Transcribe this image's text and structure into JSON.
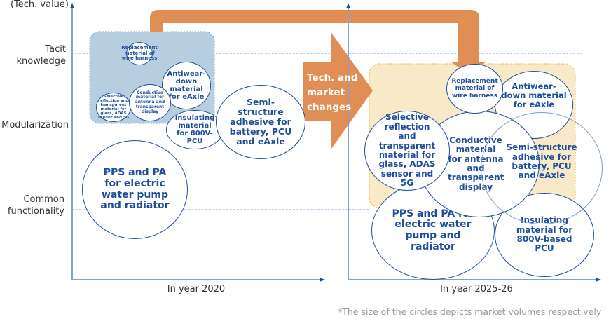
{
  "axis": {
    "y_title": "(Tech. value)",
    "y_levels": [
      "Tacit knowledge",
      "Modularization",
      "Common functionality"
    ]
  },
  "left_panel": {
    "x_label": "In year 2020",
    "bubbles": [
      {
        "id": "wire-harness",
        "label": "Replacement material of wire harness"
      },
      {
        "id": "antiwear",
        "label": "Antiwear-down material for eAxle"
      },
      {
        "id": "selective-reflection",
        "label": "Selective reflection and transparent material for glass, ADAS sensor and 5G"
      },
      {
        "id": "conductive",
        "label": "Conductive material for antenna and transparent display"
      },
      {
        "id": "insulating",
        "label": "Insulating material for 800V-PCU"
      },
      {
        "id": "semi-structure",
        "label": "Semi-structure adhesive for battery, PCU and eAxle"
      },
      {
        "id": "pps-pa",
        "label": "PPS and PA for electric water pump and radiator"
      }
    ]
  },
  "transition_arrow": {
    "label": "Tech. and market changes"
  },
  "right_panel": {
    "x_label": "In year 2025-26",
    "bubbles": [
      {
        "id": "wire-harness",
        "label": "Replacement material of wire harness"
      },
      {
        "id": "antiwear",
        "label": "Antiwear-down material for eAxle"
      },
      {
        "id": "selective-reflection",
        "label": "Selective reflection and transparent material for glass, ADAS sensor and 5G"
      },
      {
        "id": "conductive",
        "label": "Conductive material for antenna and transparent display"
      },
      {
        "id": "semi-structure",
        "label": "Semi-structure adhesive for battery, PCU and eAxle"
      },
      {
        "id": "pps-pa",
        "label": "PPS and PA for electric water pump and radiator"
      },
      {
        "id": "insulating",
        "label": "Insulating material for 800V-based PCU"
      }
    ]
  },
  "footnote": "*The size of the circles depicts market volumes respectively",
  "colors": {
    "axis": "#7fa2d6",
    "bubble_text": "#1f4e9b",
    "arrow": "#e08e55",
    "left_group_fill": "#b7cde0",
    "right_group_fill": "#f8e9c8",
    "right_group_border": "#f0b040"
  }
}
